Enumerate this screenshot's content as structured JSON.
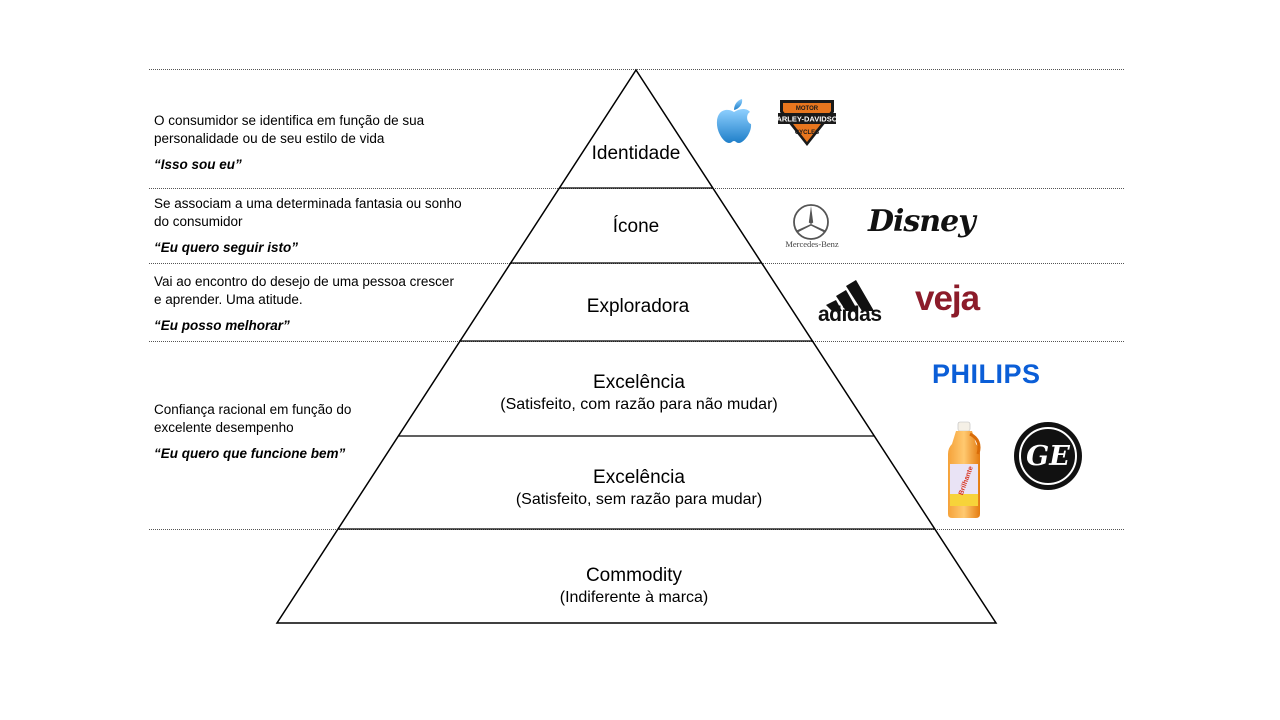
{
  "levels": [
    {
      "title": "Identidade",
      "subtitle": ""
    },
    {
      "title": "Ícone",
      "subtitle": ""
    },
    {
      "title": "Exploradora",
      "subtitle": ""
    },
    {
      "title": "Excelência",
      "subtitle": "(Satisfeito, com razão para não mudar)"
    },
    {
      "title": "Excelência",
      "subtitle": "(Satisfeito, sem razão para mudar)"
    },
    {
      "title": "Commodity",
      "subtitle": "(Indiferente à marca)"
    }
  ],
  "descriptions": [
    {
      "text": "O consumidor se identifica em função de sua personalidade ou de seu estilo de vida",
      "quote": "“Isso sou eu”"
    },
    {
      "text": "Se associam a uma determinada fantasia ou sonho do consumidor",
      "quote": "“Eu quero seguir isto”"
    },
    {
      "text": "Vai ao encontro do desejo de uma pessoa crescer e aprender. Uma atitude.",
      "quote": "“Eu posso melhorar”"
    },
    {
      "text": "Confiança racional em função do excelente desempenho",
      "quote": "“Eu quero que funcione bem”"
    }
  ],
  "logos": {
    "apple": {
      "icon": "apple-logo-icon",
      "color": "#3a9ad9"
    },
    "harley": {
      "line1": "HARLEY-DAVIDSON",
      "line2": "MOTOR",
      "line3": "CYCLES",
      "color": "#e8761e"
    },
    "mercedes": {
      "text": "Mercedes-Benz"
    },
    "disney": {
      "text": "Disney"
    },
    "adidas": {
      "text": "adidas"
    },
    "veja": {
      "text": "veja",
      "color": "#8c1c2a"
    },
    "philips": {
      "text": "PHILIPS",
      "color": "#0b5ed7"
    },
    "brilhante": {
      "text": "Brilhante",
      "color": "#f28a1c"
    },
    "ge": {
      "text": "GE"
    }
  }
}
